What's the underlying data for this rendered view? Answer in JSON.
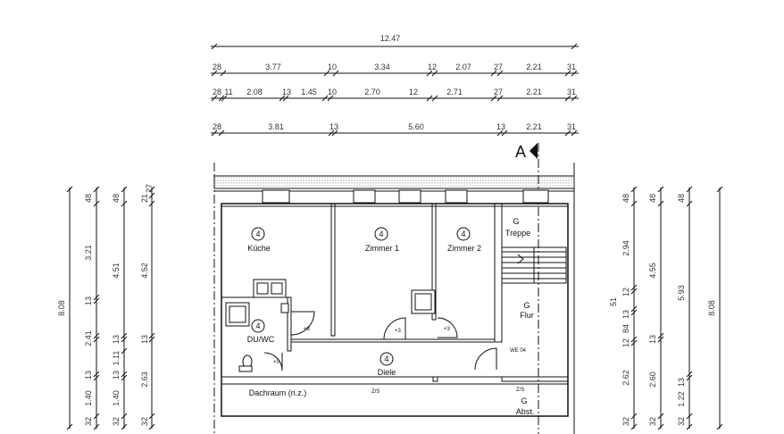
{
  "top_dims": {
    "total": "12.47",
    "row1": [
      "28",
      "3.77",
      "10",
      "3.34",
      "12",
      "2.07",
      "27",
      "2.21",
      "31"
    ],
    "row2": [
      "28",
      "11",
      "2.08",
      "13",
      "1.45",
      "10",
      "2.70",
      "12",
      "2.71",
      "27",
      "2.21",
      "31"
    ],
    "row3": [
      "28",
      "3.81",
      "13",
      "5.60",
      "13",
      "2.21",
      "31"
    ]
  },
  "section_marker": "A",
  "left_dims": {
    "col_total": "8.08",
    "col1": [
      "48",
      "3.21",
      "13",
      "2.41",
      "13",
      "1.40",
      "32"
    ],
    "col2": [
      "48",
      "4.51",
      "13",
      "1.11",
      "13",
      "1.40",
      "32"
    ],
    "col3": [
      "21",
      "27",
      "4.52",
      "13",
      "2.63",
      "32"
    ]
  },
  "right_dims": {
    "col1": [
      "48",
      "2.94",
      "12",
      "51",
      "13",
      "84",
      "12",
      "2.62",
      "32"
    ],
    "col2": [
      "48",
      "4.55",
      "13",
      "2.60",
      "32"
    ],
    "col3": [
      "48",
      "5.93",
      "13",
      "1.22",
      "32"
    ],
    "col_total": "8.08"
  },
  "rooms": {
    "kueche": {
      "num": "4",
      "name": "Küche"
    },
    "zimmer1": {
      "num": "4",
      "name": "Zimmer 1"
    },
    "zimmer2": {
      "num": "4",
      "name": "Zimmer 2"
    },
    "treppe": {
      "num": "G",
      "name": "Treppe"
    },
    "flur": {
      "num": "G",
      "name": "Flur"
    },
    "duwc": {
      "num": "4",
      "name": "DU/WC"
    },
    "diele": {
      "num": "4",
      "name": "Diele"
    },
    "dachraum": {
      "name": "Dachraum (n.z.)"
    },
    "abst": {
      "num": "G",
      "name": "Abst."
    }
  },
  "door_marks": [
    "+0",
    "+3",
    "+3",
    "+3"
  ],
  "we_label": "WE 04",
  "hatch_label": "Z/S"
}
